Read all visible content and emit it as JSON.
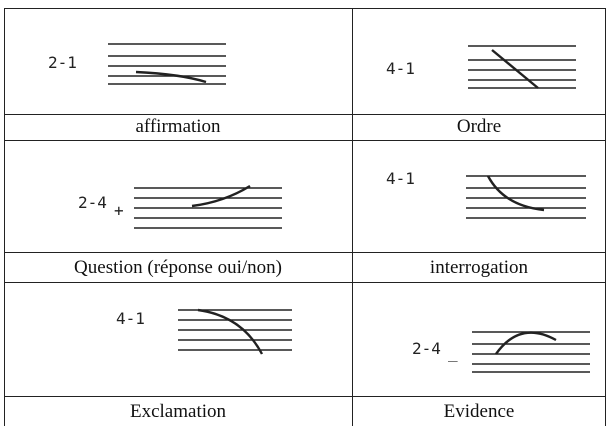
{
  "table": {
    "rows": [
      {
        "left": {
          "code": "2-1",
          "suffix": "",
          "caption": "affirmation",
          "contour": "fall-low"
        },
        "right": {
          "code": "4-1",
          "suffix": "",
          "caption": "Ordre",
          "contour": "steep-fall"
        }
      },
      {
        "left": {
          "code": "2-4",
          "suffix": "+",
          "caption": "Question (réponse oui/non)",
          "contour": "rise"
        },
        "right": {
          "code": "4-1",
          "suffix": "",
          "caption": "interrogation",
          "contour": "fall-curve"
        }
      },
      {
        "left": {
          "code": "4-1",
          "suffix": "",
          "caption": "Exclamation",
          "contour": "fall-convex"
        },
        "right": {
          "code": "2-4",
          "suffix": "_",
          "caption": "Evidence",
          "contour": "rise-fall"
        }
      }
    ]
  },
  "colors": {
    "ink": "#222222",
    "border": "#222222",
    "background": "#ffffff"
  }
}
